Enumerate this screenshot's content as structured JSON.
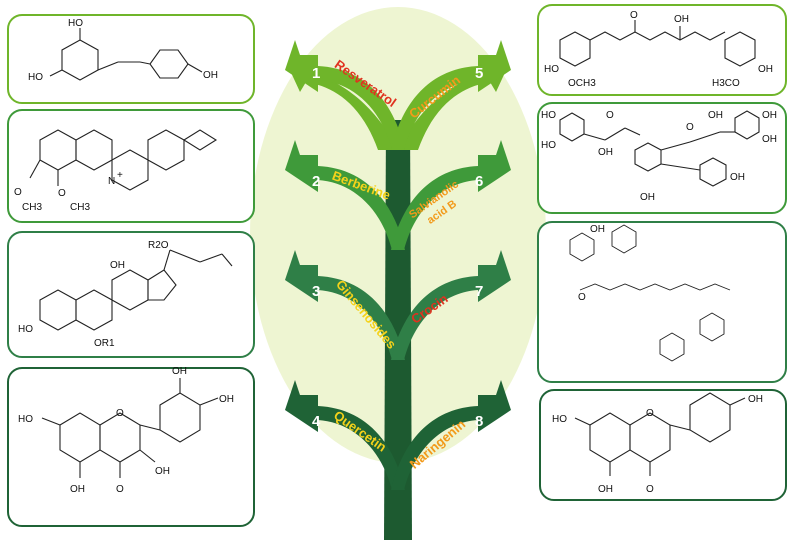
{
  "colors": {
    "leaf_background": "#eef5d2",
    "row1": "#6fb52a",
    "row2": "#3f9a3a",
    "row3": "#2f7f47",
    "row4": "#1f6336",
    "stem": "#1d5a30",
    "label_red": "#e0321f",
    "label_orange": "#f29a1a",
    "label_yellow": "#f5d21a",
    "box_border": "#3a7a3a"
  },
  "branches": [
    {
      "num_left": "1",
      "label_left": "Resveratrol",
      "num_right": "5",
      "label_right": "Curcumin"
    },
    {
      "num_left": "2",
      "label_left": "Berberine",
      "num_right": "6",
      "label_right_line1": "Salvianolic",
      "label_right_line2": "acid B"
    },
    {
      "num_left": "3",
      "label_left": "Ginsenosides",
      "num_right": "7",
      "label_right": "Crocin"
    },
    {
      "num_left": "4",
      "label_left": "Quercetin",
      "num_right": "8",
      "label_right": "Naringenin"
    }
  ],
  "structures": {
    "resveratrol": {
      "oh_top": "HO",
      "oh_left": "HO",
      "oh_right": "OH"
    },
    "berberine": {
      "nplus": "N",
      "plus": "+",
      "och3_a": "O",
      "ch3_a": "CH3",
      "och3_b": "O",
      "ch3_b": "CH3"
    },
    "ginsenoside": {
      "r2o": "R2O",
      "oh_left": "HO",
      "or1": "OR1",
      "oh_mid": "OH"
    },
    "quercetin": {
      "ho_left": "HO",
      "oh_top1": "OH",
      "oh_top2": "OH",
      "oh_bottom": "OH",
      "oh_right": "OH",
      "o_keto": "O",
      "o_ring": "O"
    },
    "curcumin": {
      "o_top": "O",
      "oh_top": "OH",
      "ho_left": "HO",
      "och3_left": "OCH3",
      "h3co_right": "H3CO",
      "oh_right": "OH"
    },
    "salvianolic": {
      "ho1": "HO",
      "ho2": "HO",
      "oh1": "OH",
      "o1": "O",
      "o2": "O",
      "oh2": "OH",
      "oh3": "OH",
      "oh4": "OH",
      "oh_bottom": "OH",
      "oh5": "OH"
    },
    "crocin": {
      "oh": "OH",
      "o": "O"
    },
    "naringenin": {
      "ho_left": "HO",
      "oh_right": "OH",
      "oh_bottom": "OH",
      "o_keto": "O",
      "o_ring": "O"
    }
  }
}
